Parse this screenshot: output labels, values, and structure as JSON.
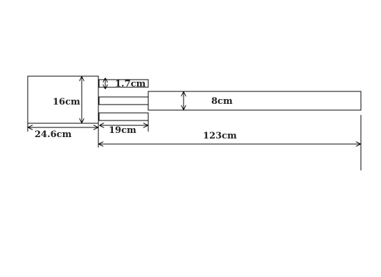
{
  "labels": {
    "square_height": "16cm",
    "square_width": "24.6cm",
    "strip_thickness": "1.7cm",
    "strip_length": "19cm",
    "long_bar_height": "8cm",
    "long_bar_length": "123cm"
  },
  "colors": {
    "stroke": "#000000",
    "text": "#222222",
    "background": "#ffffff"
  }
}
